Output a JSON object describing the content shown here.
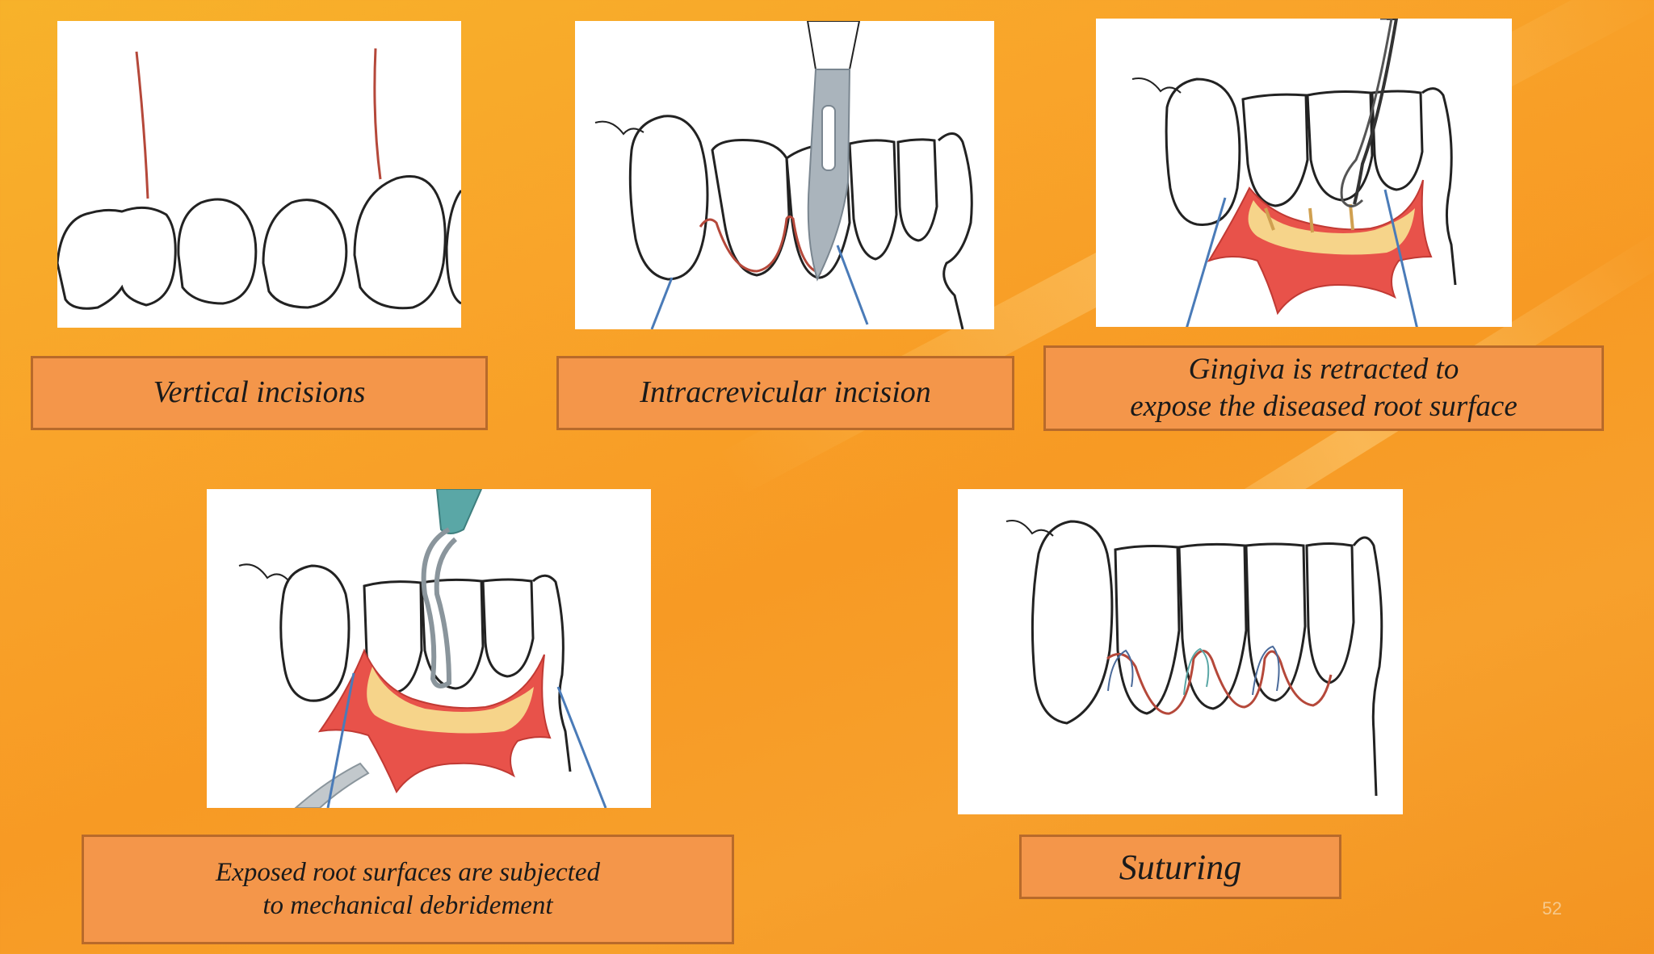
{
  "slide": {
    "page_number": "52",
    "colors": {
      "background": "#f9a42a",
      "caption_fill": "#f4964a",
      "caption_border": "#b86a2a",
      "incision_line": "#b5483a",
      "pointer_line": "#4a7bb8",
      "inflamed_gingiva": "#e8524a",
      "root_surface": "#f6d48a"
    },
    "steps": [
      {
        "caption_lines": [
          "Vertical incisions"
        ],
        "illustration_icon": "vertical-incisions-illustration"
      },
      {
        "caption_lines": [
          "Intracrevicular incision"
        ],
        "illustration_icon": "scalpel-incision-illustration"
      },
      {
        "caption_lines": [
          "Gingiva is retracted to",
          "expose the diseased root surface"
        ],
        "illustration_icon": "retracted-gingiva-illustration"
      },
      {
        "caption_lines": [
          "Exposed root surfaces are subjected",
          "to mechanical debridement"
        ],
        "illustration_icon": "debridement-illustration"
      },
      {
        "caption_lines": [
          "Suturing"
        ],
        "illustration_icon": "suturing-illustration"
      }
    ]
  }
}
